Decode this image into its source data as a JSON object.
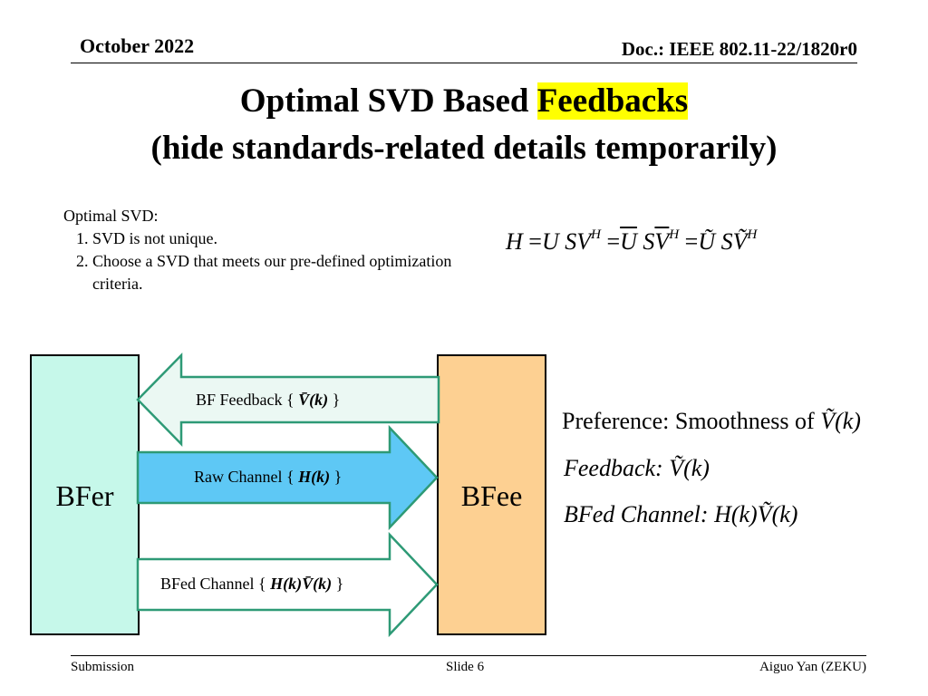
{
  "header": {
    "date": "October 2022",
    "doc": "Doc.: IEEE 802.11-22/1820r0"
  },
  "title": {
    "line1_prefix": "Optimal SVD Based ",
    "line1_highlight": "Feedbacks",
    "line2": "(hide standards-related details temporarily)"
  },
  "bullets": {
    "heading": "Optimal  SVD:",
    "items": [
      "SVD is not unique.",
      "Choose a SVD that meets our pre-defined optimization criteria."
    ]
  },
  "equation": {
    "lhs": "H",
    "eq": "=",
    "u": "U",
    "s": "S",
    "v": "V",
    "sup_h": "H"
  },
  "diagram": {
    "bfer_label": "BFer",
    "bfee_label": "BFee",
    "arrows": [
      {
        "prefix": "BF Feedback { ",
        "math": "V̄(k)",
        "suffix": " }"
      },
      {
        "prefix": "Raw Channel { ",
        "math": "H(k)",
        "suffix": " }"
      },
      {
        "prefix": "BFed Channel { ",
        "math": "H(k)V̄(k)",
        "suffix": " }"
      }
    ]
  },
  "preference": {
    "prefix": "Preference: Smoothness of ",
    "math": "Ṽ(k)",
    "feedback_label": "Feedback",
    "feedback_math": ": Ṽ(k)",
    "bfed_label": "BFed Channel",
    "bfed_math": ": H(k)Ṽ(k)"
  },
  "colors": {
    "bfer_fill": "#c6f8ea",
    "bfee_fill": "#fdd092",
    "feedback_arrow_fill": "#ebf8f3",
    "feedback_arrow_stroke": "#2e9a76",
    "raw_arrow_fill": "#5ec8f5",
    "raw_arrow_stroke": "#2e9a76",
    "bfed_arrow_fill": "#ffffff",
    "bfed_arrow_stroke": "#2e9a76",
    "title_highlight": "#ffff00"
  },
  "footer": {
    "left": "Submission",
    "center": "Slide 6",
    "right": "Aiguo Yan (ZEKU)"
  }
}
